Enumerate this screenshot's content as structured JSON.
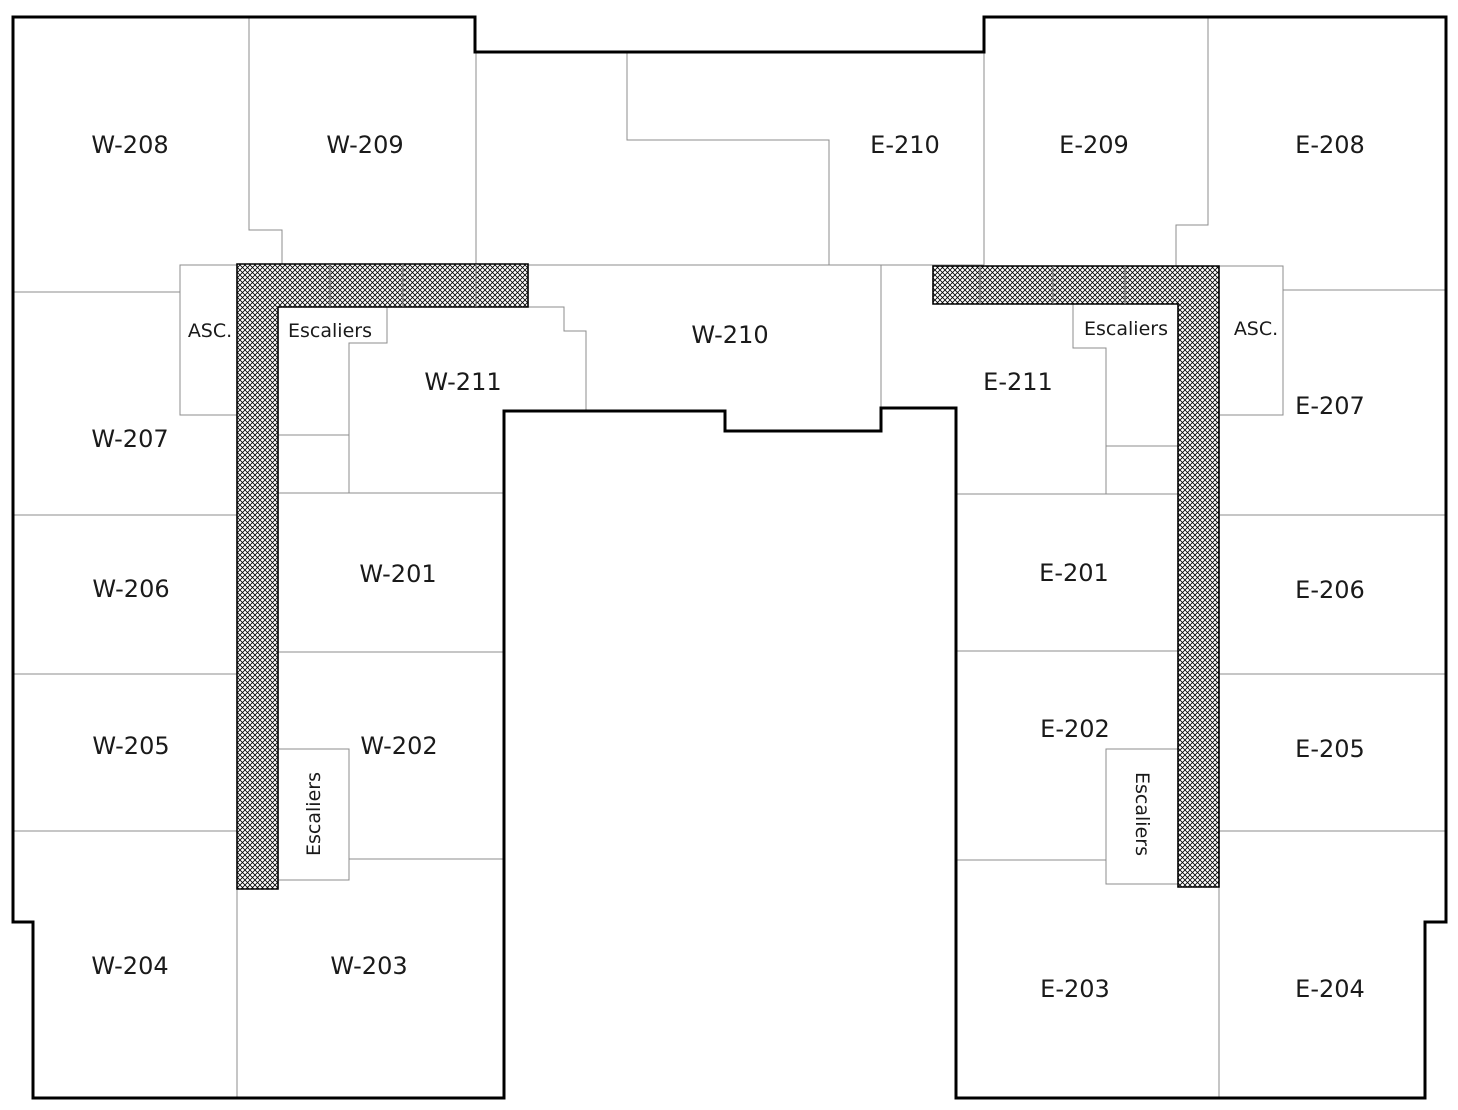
{
  "rooms": {
    "w208": "W-208",
    "w209": "W-209",
    "e210": "E-210",
    "e209": "E-209",
    "e208": "E-208",
    "w210": "W-210",
    "w211": "W-211",
    "e211": "E-211",
    "w207": "W-207",
    "e207": "E-207",
    "w206": "W-206",
    "w201": "W-201",
    "e201": "E-201",
    "e206": "E-206",
    "w205": "W-205",
    "w202": "W-202",
    "e202": "E-202",
    "e205": "E-205",
    "w204": "W-204",
    "w203": "W-203",
    "e203": "E-203",
    "e204": "E-204"
  },
  "labels": {
    "elevator_west": "ASC.",
    "elevator_east": "ASC.",
    "stairs_nw": "Escaliers",
    "stairs_ne": "Escaliers",
    "stairs_sw": "Escaliers",
    "stairs_se": "Escaliers"
  },
  "colors": {
    "outer_wall": "#000000",
    "partition": "#8c8c8c",
    "hatch": "#000000"
  }
}
